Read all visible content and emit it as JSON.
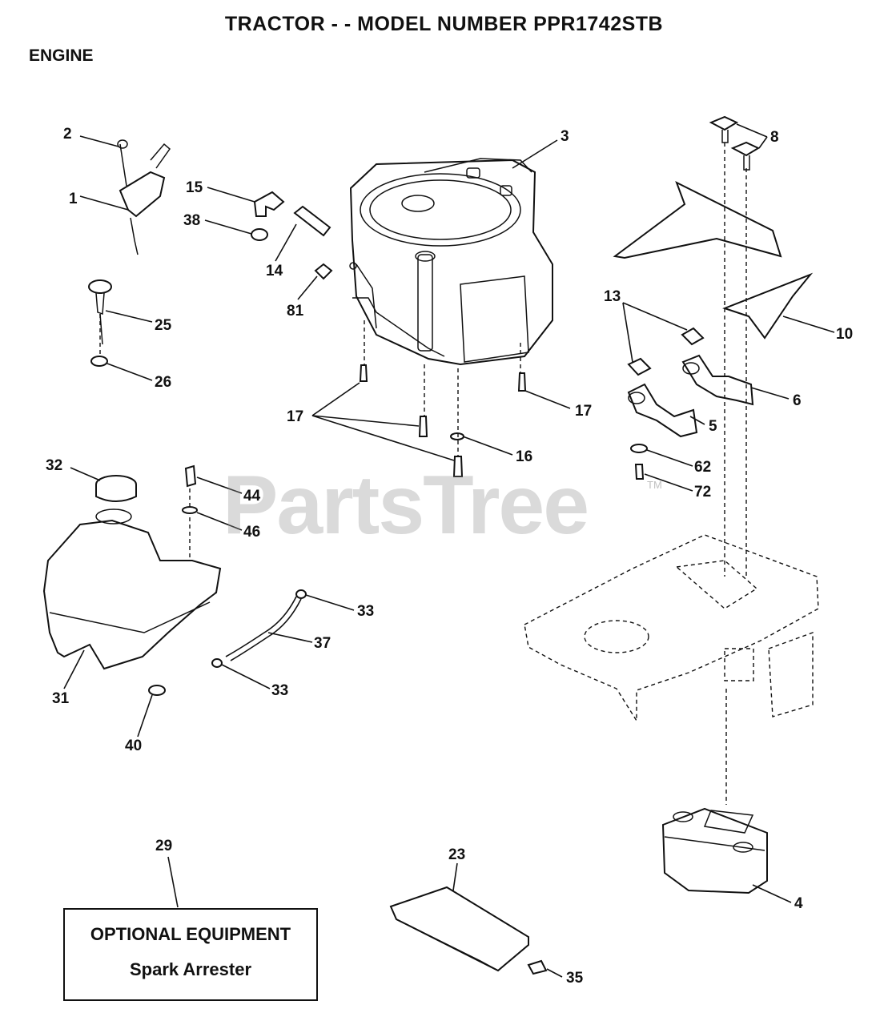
{
  "header": {
    "title": "TRACTOR - - MODEL NUMBER PPR1742STB",
    "section": "ENGINE"
  },
  "watermark": {
    "text": "PartsTree",
    "trademark": "TM"
  },
  "optional_box": {
    "line1": "OPTIONAL EQUIPMENT",
    "line2": "Spark Arrester"
  },
  "callouts": [
    {
      "id": "c1",
      "text": "1"
    },
    {
      "id": "c2",
      "text": "2"
    },
    {
      "id": "c3",
      "text": "3"
    },
    {
      "id": "c4",
      "text": "4"
    },
    {
      "id": "c5",
      "text": "5"
    },
    {
      "id": "c6",
      "text": "6"
    },
    {
      "id": "c8",
      "text": "8"
    },
    {
      "id": "c10",
      "text": "10"
    },
    {
      "id": "c13",
      "text": "13"
    },
    {
      "id": "c14",
      "text": "14"
    },
    {
      "id": "c15",
      "text": "15"
    },
    {
      "id": "c16",
      "text": "16"
    },
    {
      "id": "c17a",
      "text": "17"
    },
    {
      "id": "c17b",
      "text": "17"
    },
    {
      "id": "c23",
      "text": "23"
    },
    {
      "id": "c25",
      "text": "25"
    },
    {
      "id": "c26",
      "text": "26"
    },
    {
      "id": "c29",
      "text": "29"
    },
    {
      "id": "c31",
      "text": "31"
    },
    {
      "id": "c32",
      "text": "32"
    },
    {
      "id": "c33a",
      "text": "33"
    },
    {
      "id": "c33b",
      "text": "33"
    },
    {
      "id": "c35",
      "text": "35"
    },
    {
      "id": "c37",
      "text": "37"
    },
    {
      "id": "c38",
      "text": "38"
    },
    {
      "id": "c40",
      "text": "40"
    },
    {
      "id": "c44",
      "text": "44"
    },
    {
      "id": "c46",
      "text": "46"
    },
    {
      "id": "c62",
      "text": "62"
    },
    {
      "id": "c72",
      "text": "72"
    },
    {
      "id": "c81",
      "text": "81"
    }
  ]
}
